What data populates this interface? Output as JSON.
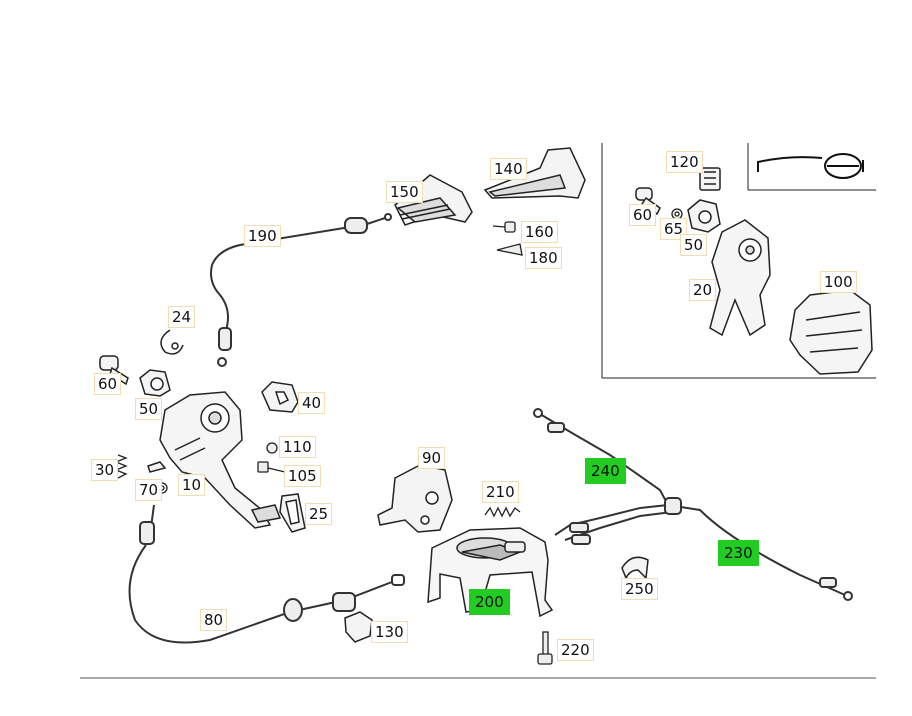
{
  "highlight_color": "#22cc22",
  "callouts": [
    {
      "id": "140",
      "highlighted": false
    },
    {
      "id": "150",
      "highlighted": false
    },
    {
      "id": "160",
      "highlighted": false
    },
    {
      "id": "180",
      "highlighted": false
    },
    {
      "id": "190",
      "highlighted": false
    },
    {
      "id": "24",
      "highlighted": false
    },
    {
      "id": "60",
      "highlighted": false
    },
    {
      "id": "50",
      "highlighted": false
    },
    {
      "id": "40",
      "highlighted": false
    },
    {
      "id": "110",
      "highlighted": false
    },
    {
      "id": "105",
      "highlighted": false
    },
    {
      "id": "30",
      "highlighted": false
    },
    {
      "id": "70",
      "highlighted": false
    },
    {
      "id": "10",
      "highlighted": false
    },
    {
      "id": "25",
      "highlighted": false
    },
    {
      "id": "90",
      "highlighted": false
    },
    {
      "id": "210",
      "highlighted": false
    },
    {
      "id": "240",
      "highlighted": true
    },
    {
      "id": "230",
      "highlighted": true
    },
    {
      "id": "250",
      "highlighted": false
    },
    {
      "id": "200",
      "highlighted": true
    },
    {
      "id": "80",
      "highlighted": false
    },
    {
      "id": "130",
      "highlighted": false
    },
    {
      "id": "220",
      "highlighted": false
    },
    {
      "id": "120",
      "highlighted": false
    },
    {
      "id": "60",
      "highlighted": false
    },
    {
      "id": "65",
      "highlighted": false
    },
    {
      "id": "50",
      "highlighted": false
    },
    {
      "id": "20",
      "highlighted": false
    },
    {
      "id": "100",
      "highlighted": false
    }
  ],
  "inset_symbol": "left-hand-drive-steering-wheel-icon"
}
